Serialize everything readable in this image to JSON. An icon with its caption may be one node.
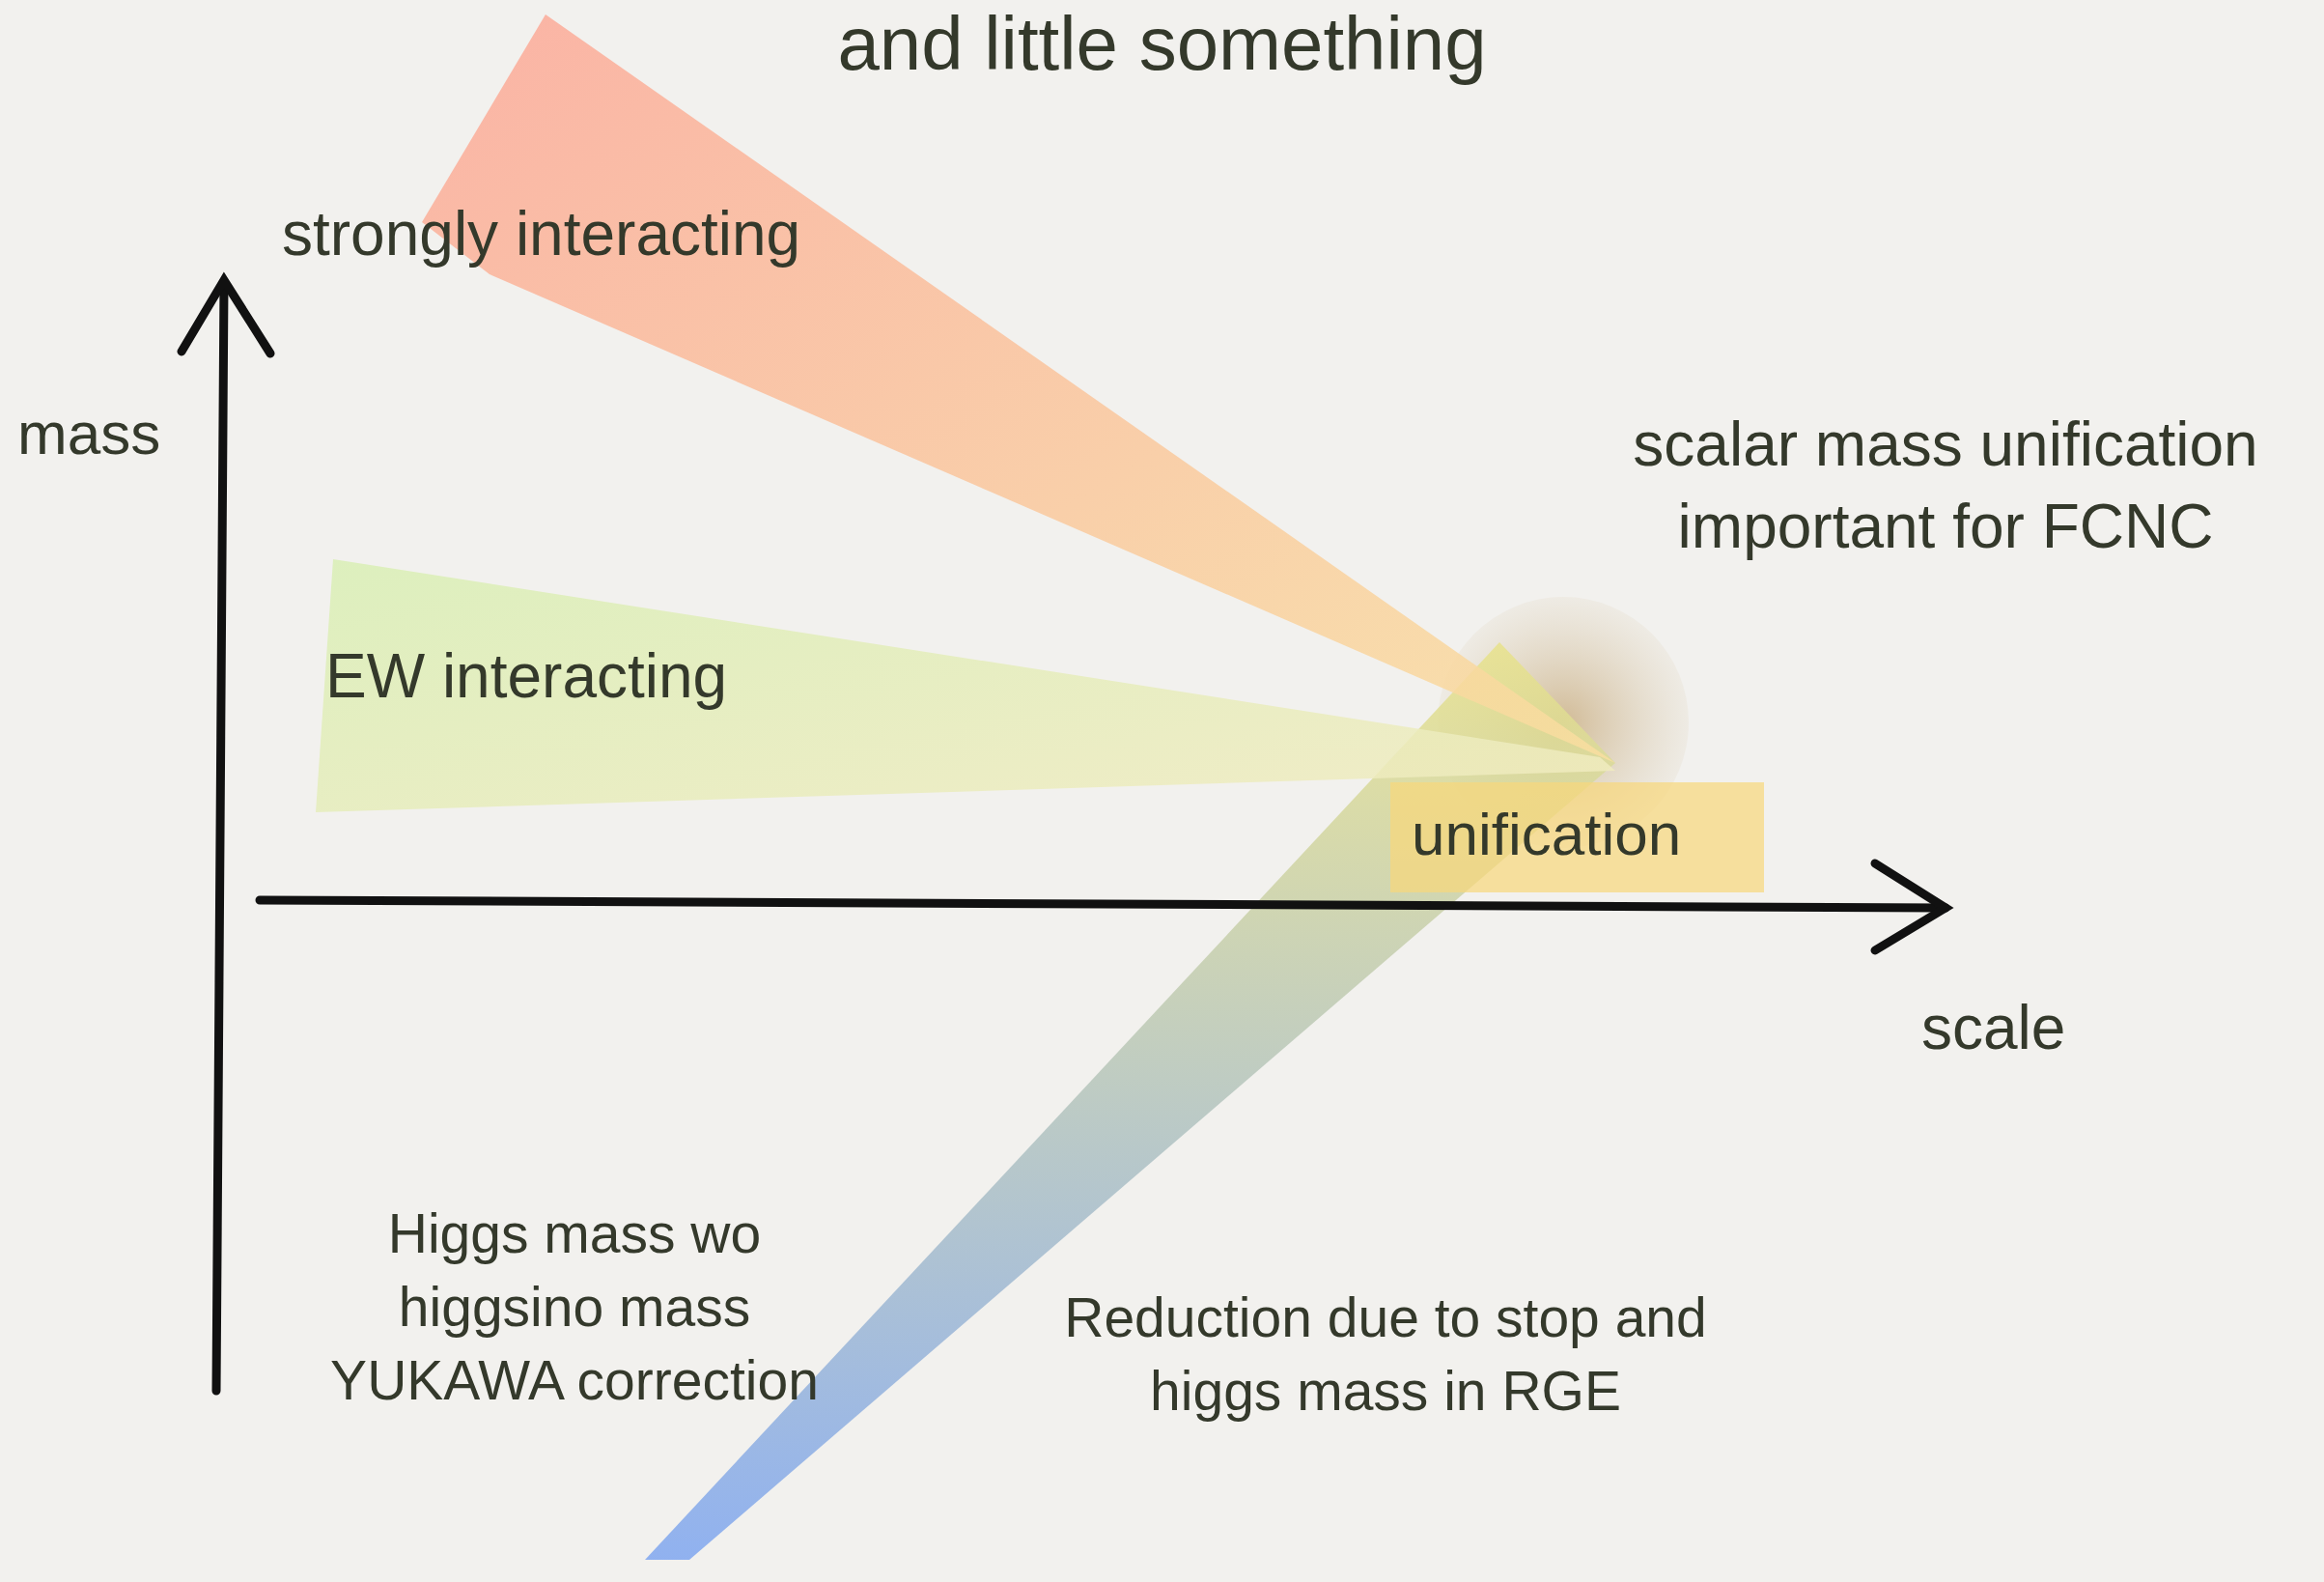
{
  "diagram": {
    "title": "and little something",
    "nodes": [
      {
        "text": [
          "strongly interacting"
        ]
      },
      {
        "text": [
          "EW interacting"
        ]
      },
      {
        "text": [
          "unification"
        ]
      }
    ],
    "labels": [
      "mass",
      "scalar mass unification important for FCNC",
      "scale",
      "Higgs mass wo higgsino mass YUKAWA correction",
      "Reduction due to stop and higgs mass in RGE"
    ]
  }
}
